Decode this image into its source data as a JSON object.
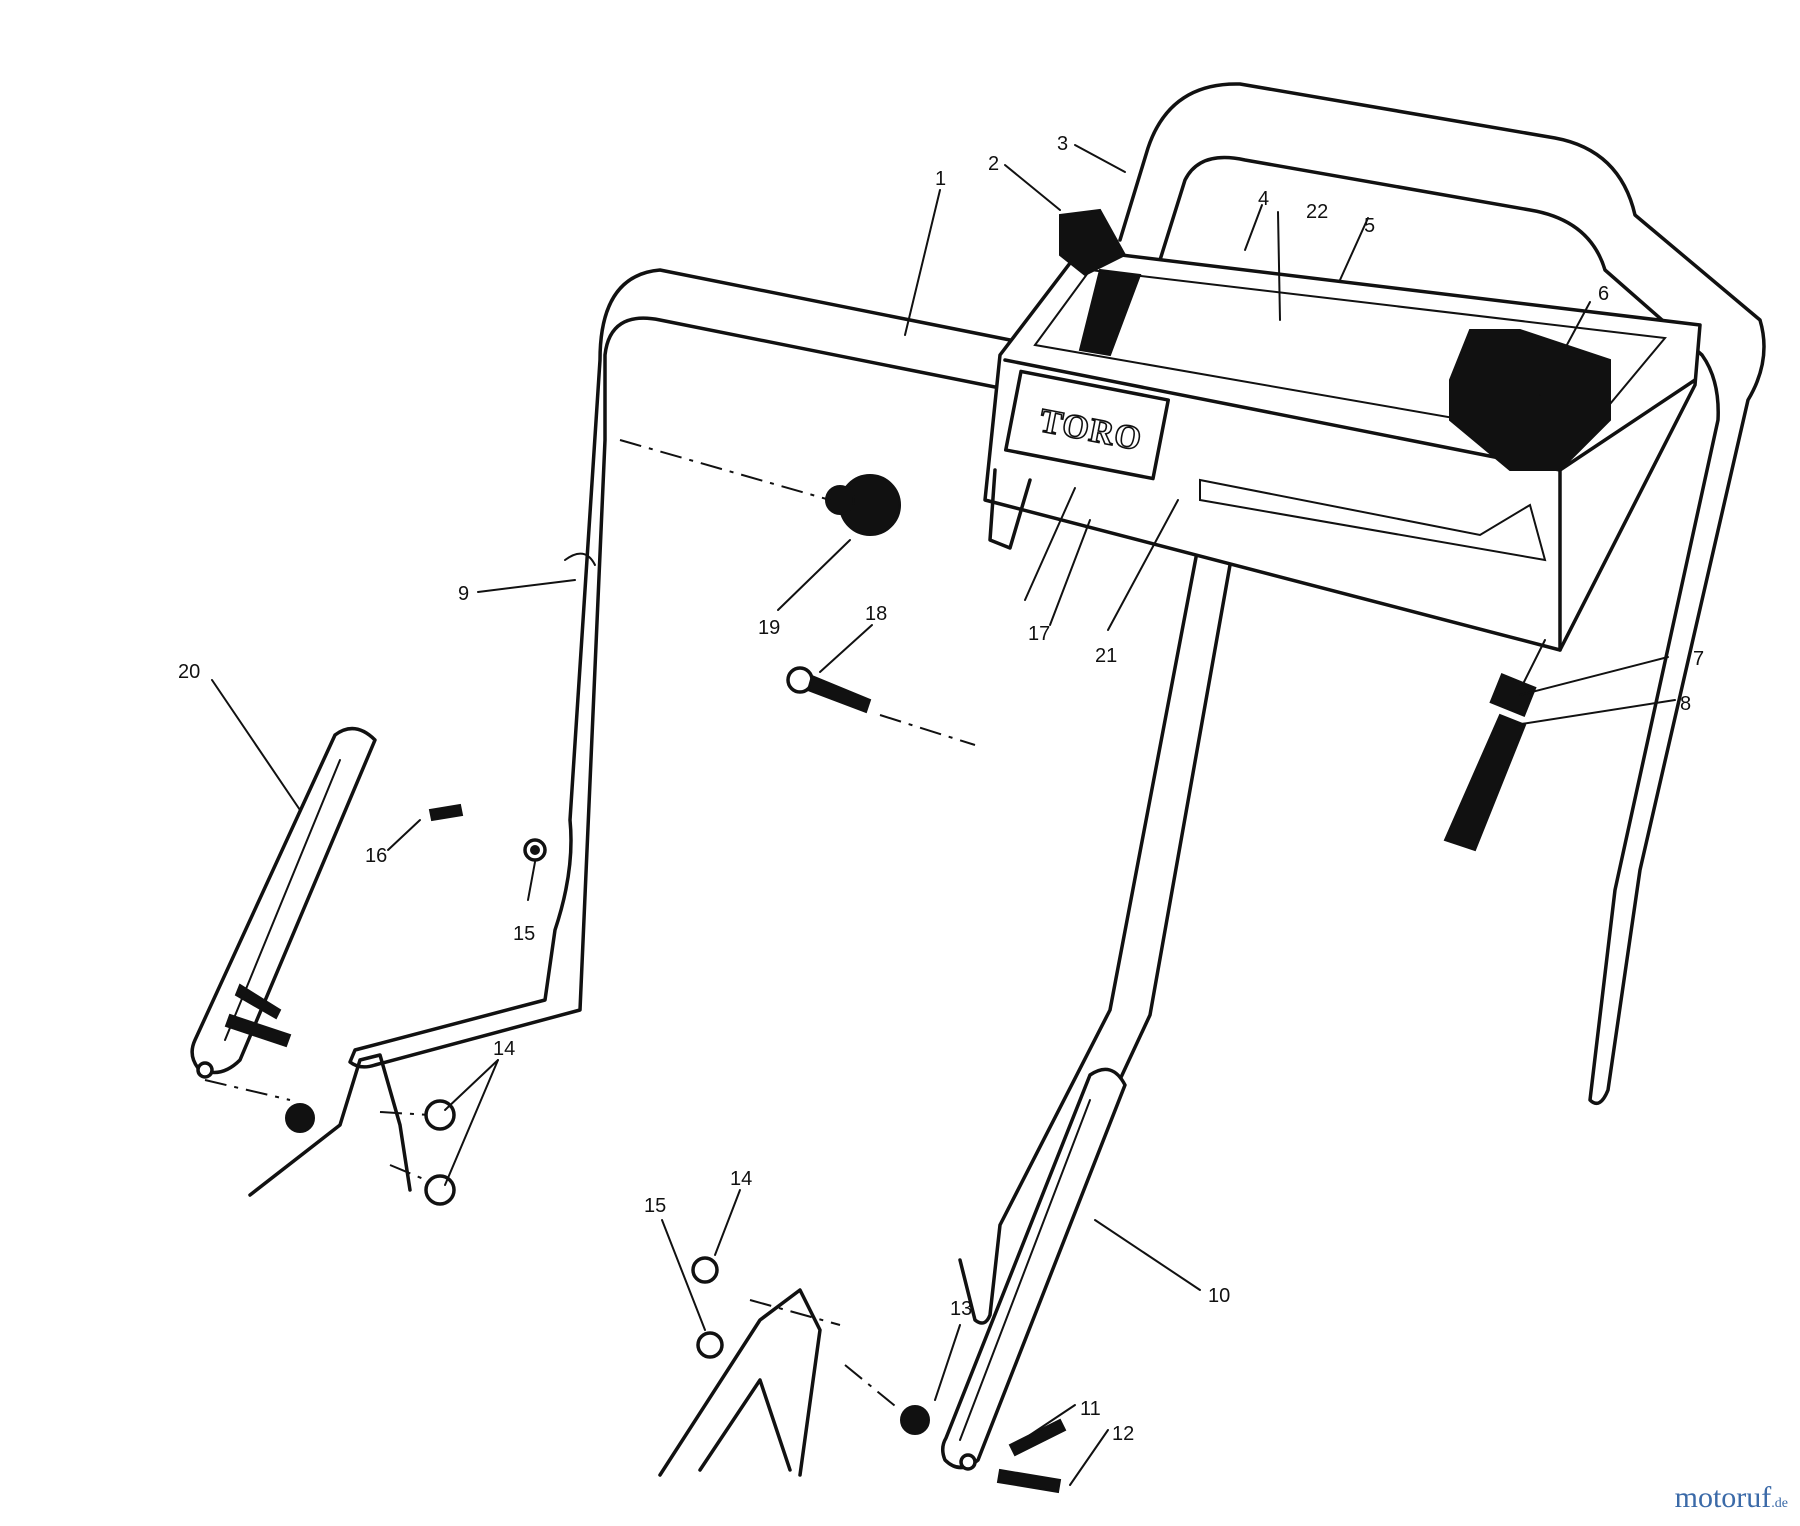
{
  "diagram": {
    "logo_text": "TORO",
    "callouts": [
      "1",
      "2",
      "3",
      "4",
      "22",
      "5",
      "6",
      "7",
      "8",
      "9",
      "10",
      "11",
      "12",
      "13",
      "14",
      "15",
      "16",
      "17",
      "18",
      "19",
      "20",
      "21"
    ]
  },
  "watermark": {
    "brand": "motoruf",
    "tld": ".de"
  }
}
